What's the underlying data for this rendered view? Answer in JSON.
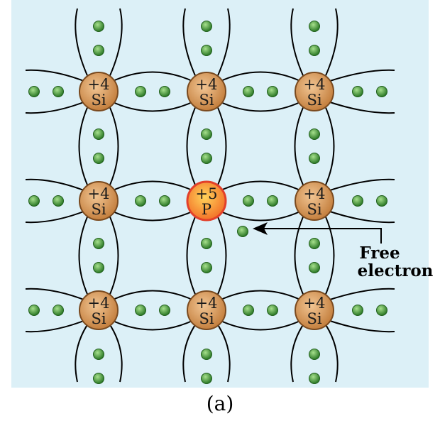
{
  "colors": {
    "panel_background": "#dcf0f7",
    "silicon_atom": "#c98a4c",
    "phosphorus_atom": "#f26a24",
    "electron": "#2e8b2a",
    "bond_line": "#000000"
  },
  "lattice": {
    "atoms": [
      {
        "row": 0,
        "col": 0,
        "charge": "+4",
        "symbol": "Si",
        "kind": "silicon"
      },
      {
        "row": 0,
        "col": 1,
        "charge": "+4",
        "symbol": "Si",
        "kind": "silicon"
      },
      {
        "row": 0,
        "col": 2,
        "charge": "+4",
        "symbol": "Si",
        "kind": "silicon"
      },
      {
        "row": 1,
        "col": 0,
        "charge": "+4",
        "symbol": "Si",
        "kind": "silicon"
      },
      {
        "row": 1,
        "col": 1,
        "charge": "+5",
        "symbol": "P",
        "kind": "phosphorus"
      },
      {
        "row": 1,
        "col": 2,
        "charge": "+4",
        "symbol": "Si",
        "kind": "silicon"
      },
      {
        "row": 2,
        "col": 0,
        "charge": "+4",
        "symbol": "Si",
        "kind": "silicon"
      },
      {
        "row": 2,
        "col": 1,
        "charge": "+4",
        "symbol": "Si",
        "kind": "silicon"
      },
      {
        "row": 2,
        "col": 2,
        "charge": "+4",
        "symbol": "Si",
        "kind": "silicon"
      }
    ]
  },
  "annotation": {
    "line1": "Free",
    "line2": "electron",
    "icon": "arrow-left-icon"
  },
  "caption": "(a)"
}
